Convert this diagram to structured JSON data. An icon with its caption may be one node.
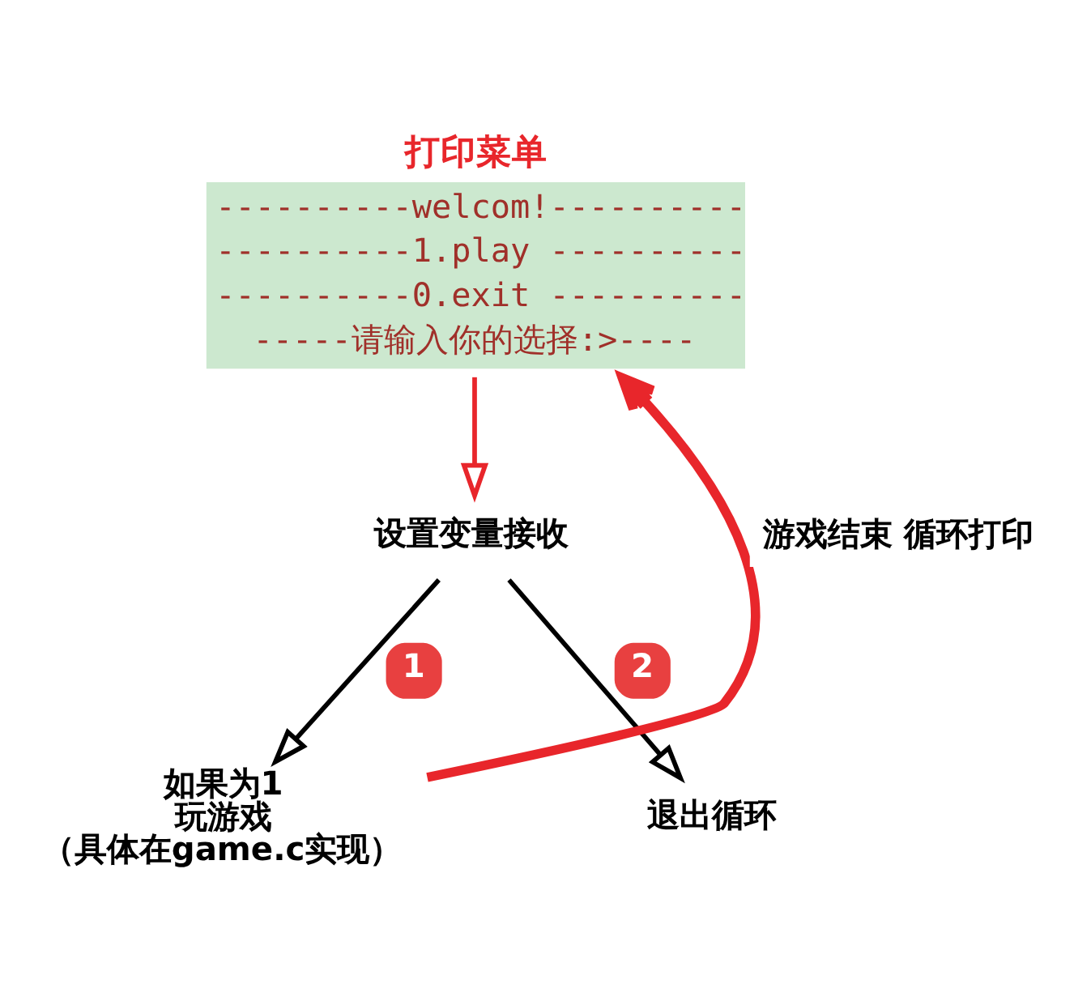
{
  "diagram": {
    "nodes": [
      {
        "text": [
          "打印菜单",
          "----------welcom!----------",
          "----------1.play ----------",
          "----------0.exit ----------",
          "-----请输入你的选择:>----"
        ]
      },
      {
        "text": [
          "设置变量接收"
        ]
      },
      {
        "text": [
          "如果为1",
          "玩游戏",
          "（具体在game.c实现）"
        ]
      },
      {
        "text": [
          "退出循环"
        ]
      }
    ],
    "edges": [
      {
        "from": 0,
        "to": 1,
        "arrow": "to",
        "color": "#e8262b"
      },
      {
        "from": 1,
        "to": 2,
        "arrow": "to",
        "label": "1",
        "color": "#000000"
      },
      {
        "from": 1,
        "to": 3,
        "arrow": "to",
        "label": "2",
        "color": "#000000"
      },
      {
        "from": 2,
        "to": 0,
        "arrow": "to",
        "label": "游戏结束 循环打印",
        "style": "thick",
        "color": "#e8262b"
      }
    ]
  }
}
